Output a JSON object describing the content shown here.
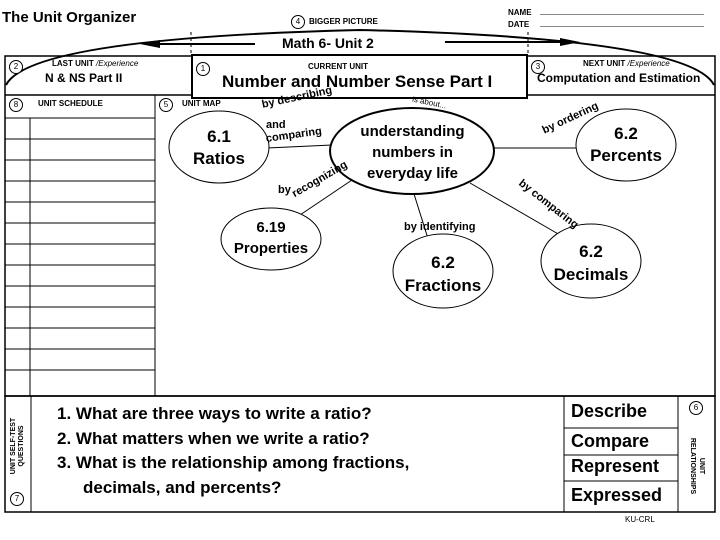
{
  "title": "The Unit Organizer",
  "name_label": "NAME",
  "date_label": "DATE",
  "bigger_picture": {
    "num": "4",
    "label": "BIGGER PICTURE",
    "value": "Math 6-  Unit 2"
  },
  "last_unit": {
    "num": "2",
    "label": "LAST UNIT",
    "sub": "/Experience",
    "value": "N & NS Part II"
  },
  "current_unit": {
    "num": "1",
    "label": "CURRENT UNIT",
    "value": "Number and Number Sense Part I"
  },
  "next_unit": {
    "num": "3",
    "label": "NEXT UNIT",
    "sub": "/Experience",
    "value": "Computation and Estimation"
  },
  "schedule": {
    "num": "8",
    "label": "UNIT SCHEDULE"
  },
  "map": {
    "num": "5",
    "label": "UNIT MAP",
    "center": [
      "understanding",
      "numbers in",
      "everyday life"
    ],
    "is_about": "is about...",
    "nodes": [
      {
        "l1": "6.1",
        "l2": "Ratios",
        "link": [
          "by describing",
          "and",
          "comparing"
        ]
      },
      {
        "l1": "6.2",
        "l2": "Percents",
        "link": [
          "by ordering"
        ]
      },
      {
        "l1": "6.19",
        "l2": "Properties",
        "link": [
          "by",
          "recognizing"
        ]
      },
      {
        "l1": "6.2",
        "l2": "Fractions",
        "link": [
          "by identifying"
        ]
      },
      {
        "l1": "6.2",
        "l2": "Decimals",
        "link": [
          "by comparing"
        ]
      }
    ]
  },
  "self_test": {
    "num": "7",
    "label1": "UNIT SELF-TEST",
    "label2": "QUESTIONS",
    "questions": [
      "1.  What are three ways to write a ratio?",
      "2.  What matters when we write a ratio?",
      "3.  What is the relationship among fractions,",
      "decimals, and percents?"
    ]
  },
  "relationships": {
    "num": "6",
    "label1": "UNIT",
    "label2": "RELATIONSHIPS",
    "items": [
      "Describe",
      "Compare",
      "Represent",
      "Expressed"
    ]
  },
  "footer": "KU-CRL"
}
